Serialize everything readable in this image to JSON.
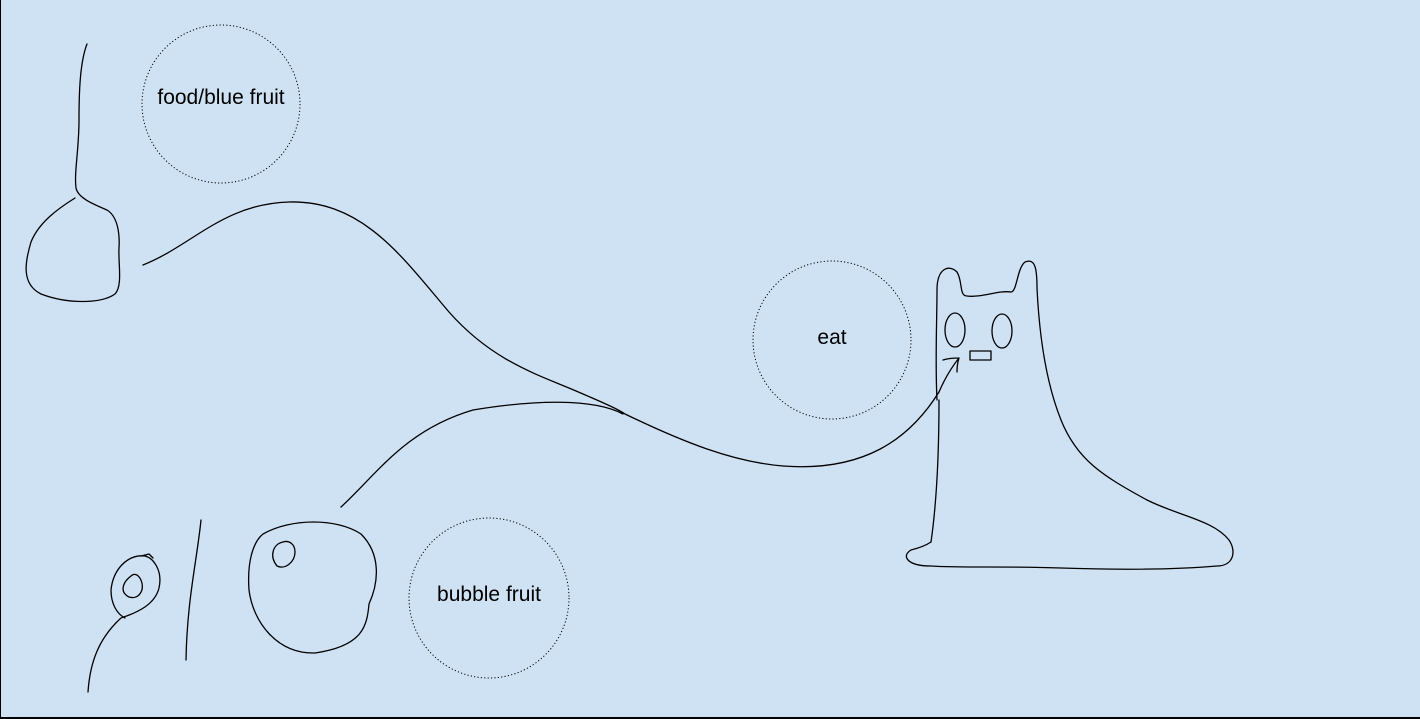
{
  "canvas": {
    "background": "#cfe2f3",
    "stroke_color": "#000000"
  },
  "labels": {
    "food": "food/blue fruit",
    "eat": "eat",
    "bubble": "bubble fruit"
  },
  "icons": [
    "fruit-stem",
    "fruit-drawing",
    "seedling",
    "bubble-fruit",
    "creature",
    "eat-arrow"
  ]
}
